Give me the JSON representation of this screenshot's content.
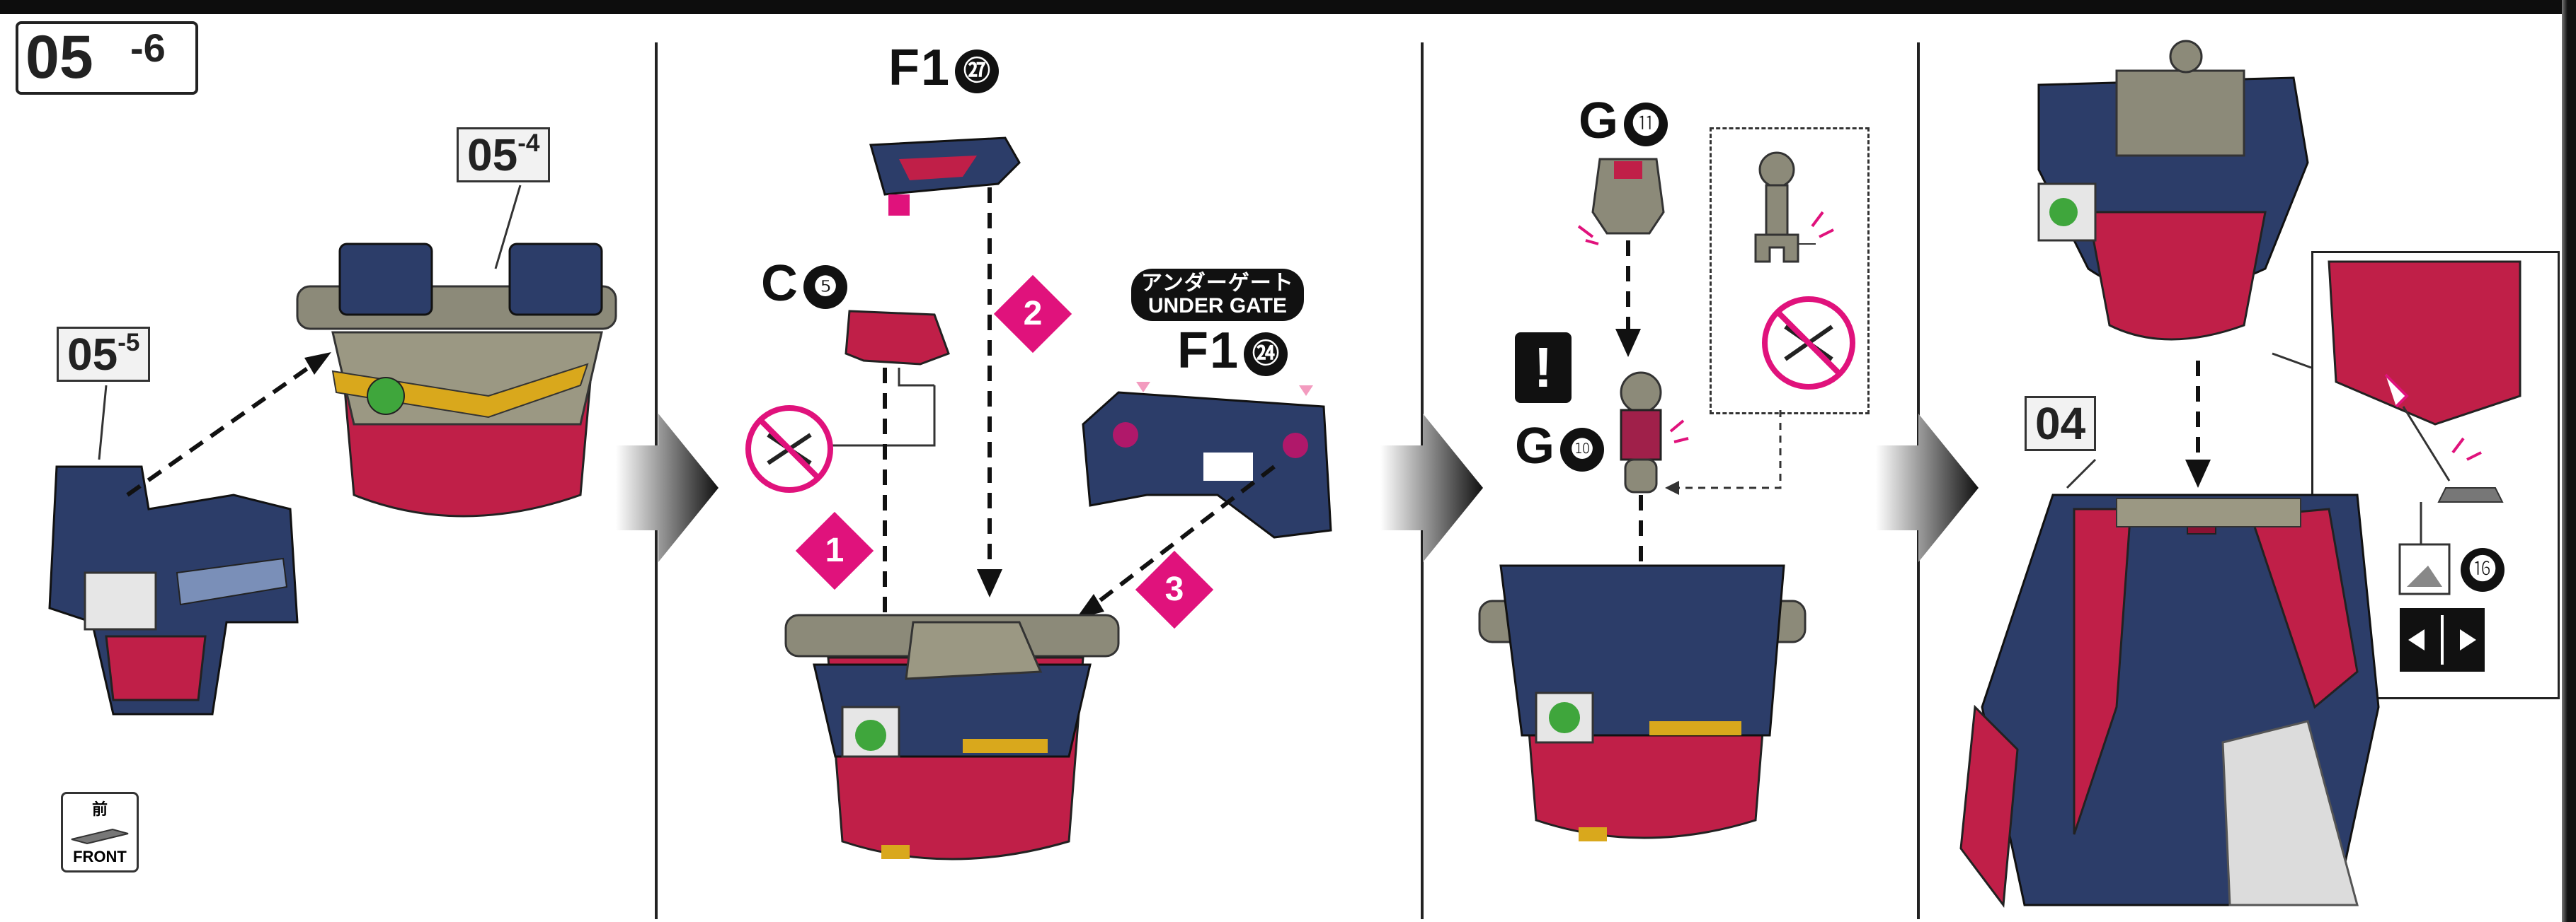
{
  "header": {
    "step_main": "05",
    "step_sub": "-6"
  },
  "colors": {
    "navy": "#2c3d69",
    "red": "#c01f48",
    "grey": "#8c8a79",
    "magenta": "#e0127c",
    "yellow": "#d9a81c",
    "green": "#3fa63c"
  },
  "panel1": {
    "ref_a": {
      "main": "05",
      "sub": "-4"
    },
    "ref_b": {
      "main": "05",
      "sub": "-5"
    },
    "front": {
      "jp": "前",
      "en": "FRONT"
    }
  },
  "panel2": {
    "part_top": {
      "letter": "F1",
      "num": "㉗"
    },
    "part_left": {
      "letter": "C",
      "num": "❺"
    },
    "part_right": {
      "letter": "F1",
      "num": "㉔"
    },
    "under_gate": {
      "jp": "アンダーゲート",
      "en": "UNDER GATE"
    },
    "steps": [
      "1",
      "2",
      "3"
    ]
  },
  "panel3": {
    "part_top": {
      "letter": "G",
      "num": "⓫"
    },
    "part_mid": {
      "letter": "G",
      "num": "❿"
    },
    "warning": "!"
  },
  "panel4": {
    "ref": "04",
    "sticker_num": "⓰"
  },
  "icons": [
    "no-cut-icon",
    "arrow-right-icon",
    "front-direction-icon",
    "press-fit-icon"
  ]
}
